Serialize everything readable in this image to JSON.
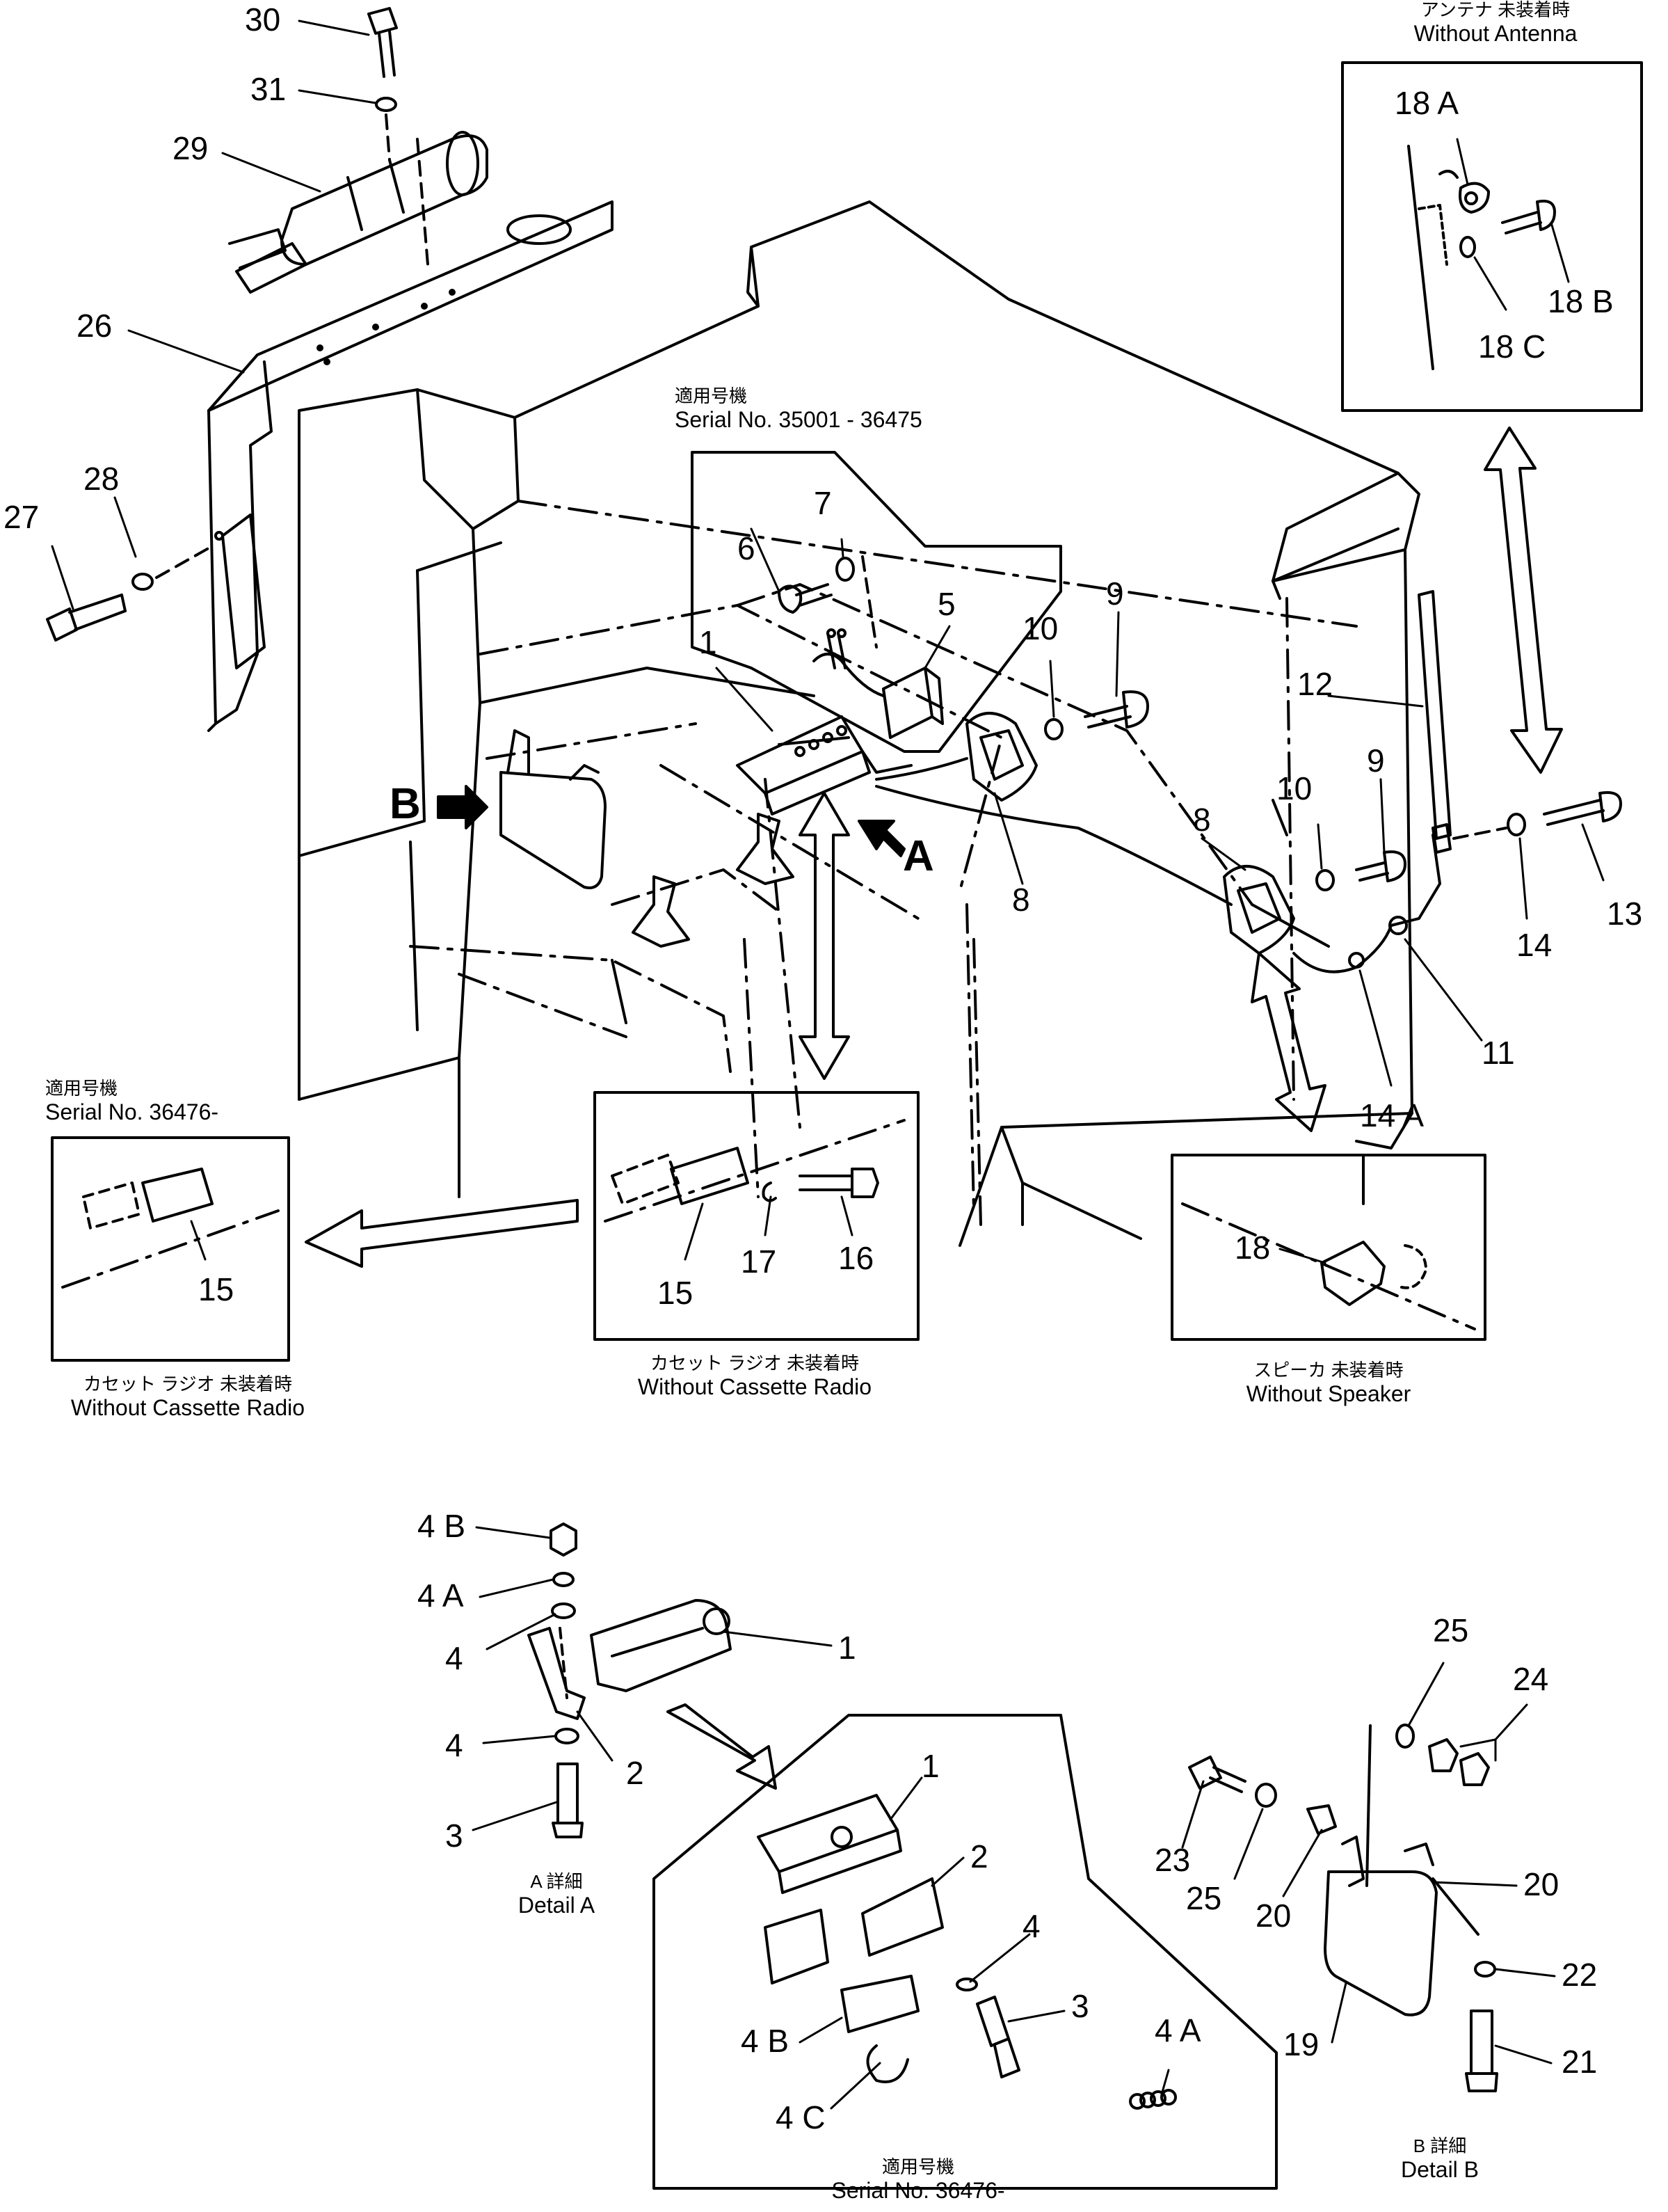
{
  "callouts": {
    "n30": "30",
    "n31": "31",
    "n29": "29",
    "n26": "26",
    "n28": "28",
    "n27": "27",
    "n7": "7",
    "n6": "6",
    "n5": "5",
    "n1": "1",
    "n10a": "10",
    "n9a": "9",
    "n12": "12",
    "n8a": "8",
    "n10b": "10",
    "n9b": "9",
    "n8b": "8",
    "n13": "13",
    "n14": "14",
    "n11": "11",
    "n14A": "14 A",
    "n18A": "18 A",
    "n18B": "18 B",
    "n18C": "18 C",
    "n17": "17",
    "n16": "16",
    "n15a": "15",
    "n15b": "15",
    "n18": "18",
    "d4B": "4 B",
    "d4A": "4 A",
    "d4a": "4",
    "d1": "1",
    "d4b": "4",
    "d2": "2",
    "d3": "3",
    "s1": "1",
    "s2": "2",
    "s4": "4",
    "s3": "3",
    "s4B": "4 B",
    "s4C": "4 C",
    "s4A": "4 A",
    "b25a": "25",
    "b24": "24",
    "b23": "23",
    "b25b": "25",
    "b20a": "20",
    "b20b": "20",
    "b22": "22",
    "b19": "19",
    "b21": "21"
  },
  "views": {
    "b": "B",
    "a": "A"
  },
  "captions": {
    "antenna_jp": "アンテナ 未装着時",
    "antenna_en": "Without Antenna",
    "serial_35001_jp": "適用号機",
    "serial_35001_en": "Serial No. 35001 - 36475",
    "serial_36476_left_jp": "適用号機",
    "serial_36476_left_en": "Serial No. 36476-",
    "no_radio_left_jp": "カセット ラジオ 未装着時",
    "no_radio_left_en": "Without Cassette Radio",
    "no_radio_mid_jp": "カセット ラジオ 未装着時",
    "no_radio_mid_en": "Without Cassette Radio",
    "no_speaker_jp": "スピーカ 未装着時",
    "no_speaker_en": "Without Speaker",
    "detail_a_jp": "A 詳細",
    "detail_a_en": "Detail A",
    "detail_b_jp": "B 詳細",
    "detail_b_en": "Detail B",
    "serial_36476_bottom_jp": "適用号機",
    "serial_36476_bottom_en": "Serial No. 36476-"
  }
}
